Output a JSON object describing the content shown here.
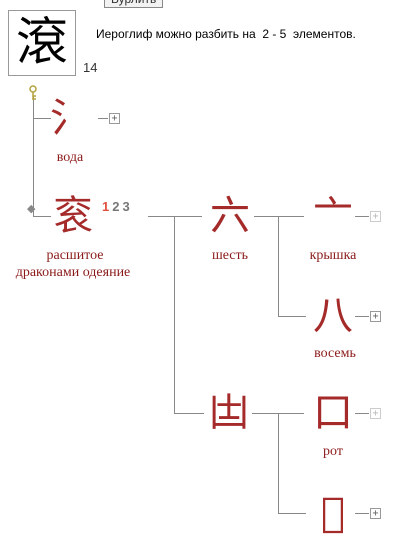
{
  "header": {
    "main_char": "滾",
    "stroke_count": "14",
    "tab_label": "Бурлить",
    "info_text": "Иероглиф можно разбить на  2 - 5  элементов."
  },
  "tree": {
    "water": {
      "char": "氵",
      "meaning": "вода"
    },
    "robe": {
      "char": "衮",
      "meaning_line1": "расшитое",
      "meaning_line2": "драконами одеяние",
      "variants": [
        "1",
        "2",
        "3"
      ]
    },
    "six": {
      "char": "六",
      "meaning": "шесть"
    },
    "lid": {
      "char": "亠",
      "meaning": "крышка"
    },
    "eight": {
      "char": "八",
      "meaning": "восемь"
    },
    "lower": {
      "char": "𠙽"
    },
    "mouth": {
      "char": "口",
      "meaning": "рот"
    },
    "bottom": {
      "char": "𠂋"
    },
    "expand_symbol": "+"
  },
  "icons": {
    "key": "key-icon",
    "diamond": "diamond-icon"
  }
}
